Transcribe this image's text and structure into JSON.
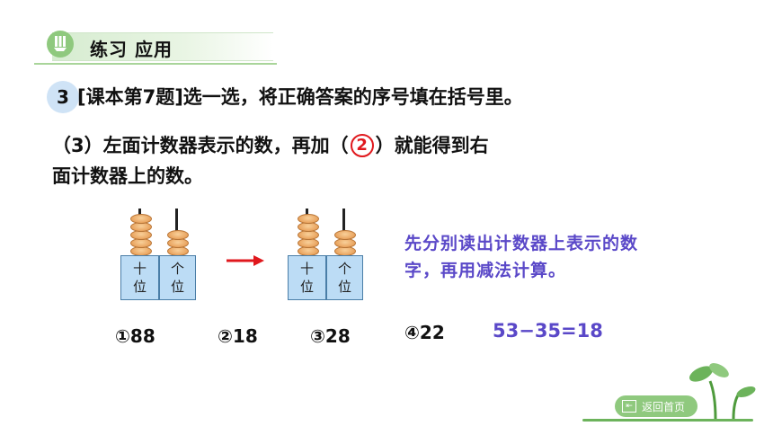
{
  "header": {
    "title": "练习 应用"
  },
  "question": {
    "number": "3",
    "text": "[课本第7题]选一选，将正确答案的序号填在括号里。",
    "sub_before": "（3）左面计数器表示的数，再加（",
    "answer": "2",
    "sub_after": "）就能得到右",
    "sub_line2": "面计数器上的数。"
  },
  "abaci": [
    {
      "tens": 5,
      "ones": 3,
      "labels": {
        "tens": [
          "十",
          "位"
        ],
        "ones": [
          "个",
          "位"
        ]
      }
    },
    {
      "tens": 5,
      "ones": 3,
      "labels": {
        "tens": [
          "十",
          "位"
        ],
        "ones": [
          "个",
          "位"
        ]
      }
    }
  ],
  "hint": "先分别读出计数器上表示的数字，再用减法计算。",
  "options": [
    "①88",
    "②18",
    "③28",
    "④22"
  ],
  "calculation": "53−35=18",
  "nav": {
    "home_label": "返回首页"
  },
  "colors": {
    "answer": "#e0181d",
    "hint": "#5a48c8",
    "accent_green": "#8fc97e"
  }
}
